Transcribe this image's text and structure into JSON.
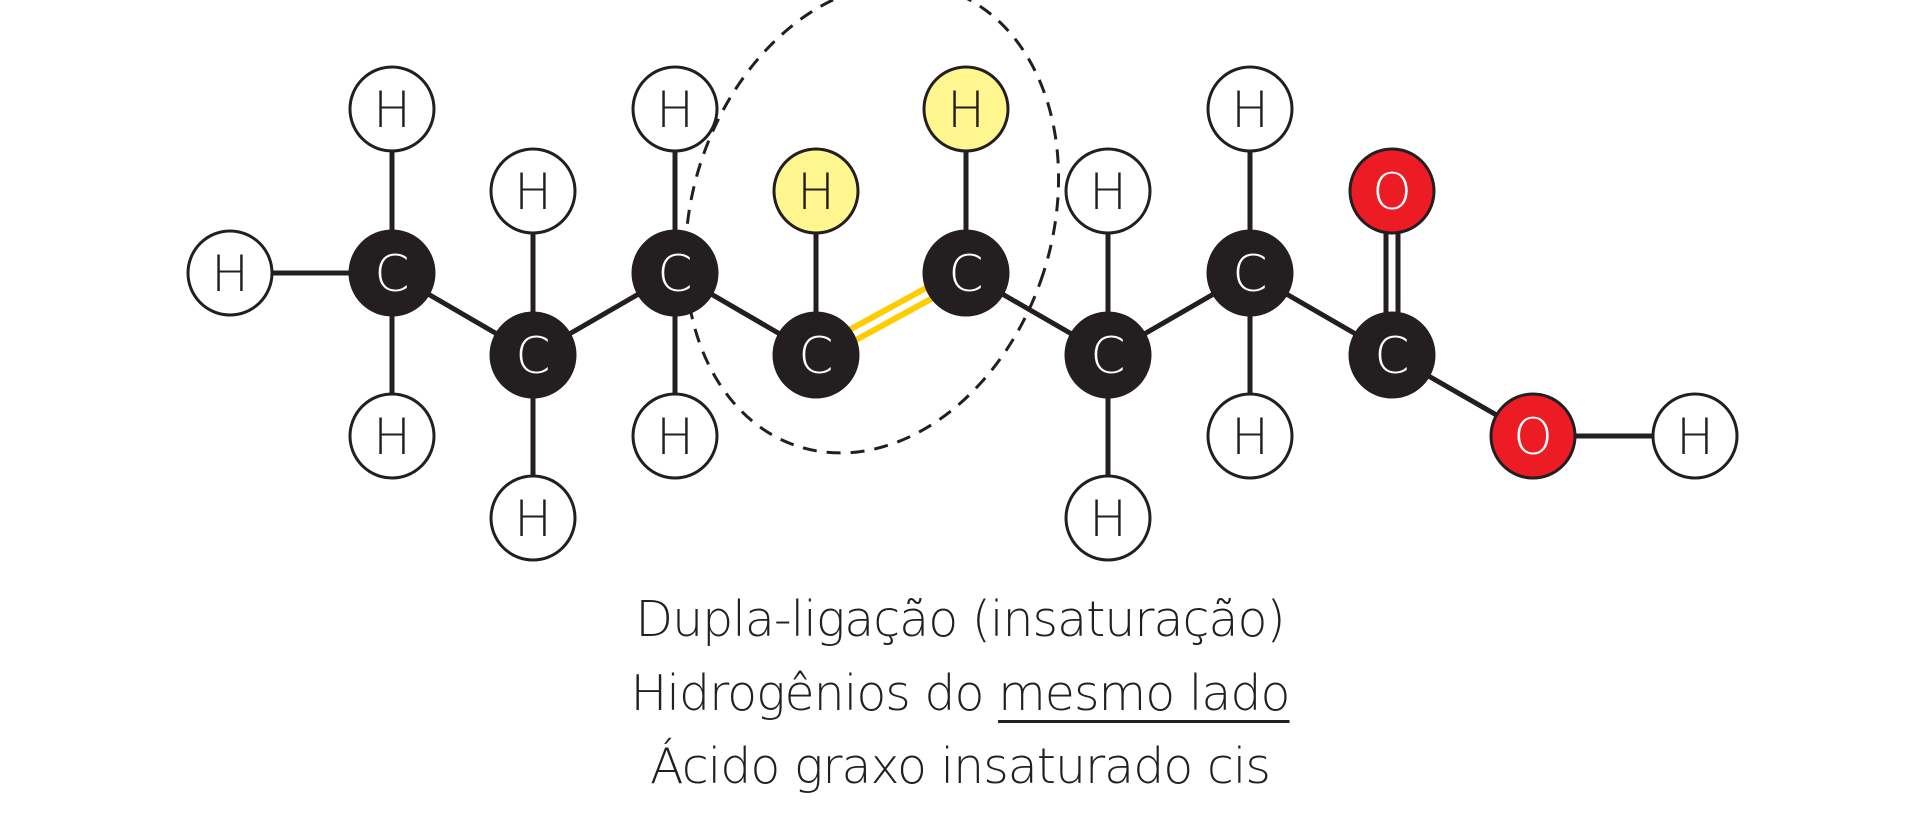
{
  "molecule": {
    "atoms": [
      {
        "id": "h0",
        "label": "H",
        "kind": "hydrogen"
      },
      {
        "id": "c1",
        "label": "C",
        "kind": "carbon"
      },
      {
        "id": "h1t",
        "label": "H",
        "kind": "hydrogen"
      },
      {
        "id": "h1b",
        "label": "H",
        "kind": "hydrogen"
      },
      {
        "id": "c2",
        "label": "C",
        "kind": "carbon"
      },
      {
        "id": "h2t",
        "label": "H",
        "kind": "hydrogen"
      },
      {
        "id": "h2b",
        "label": "H",
        "kind": "hydrogen"
      },
      {
        "id": "c3",
        "label": "C",
        "kind": "carbon"
      },
      {
        "id": "h3t",
        "label": "H",
        "kind": "hydrogen"
      },
      {
        "id": "h3b",
        "label": "H",
        "kind": "hydrogen"
      },
      {
        "id": "c4",
        "label": "C",
        "kind": "carbon"
      },
      {
        "id": "h4",
        "label": "H",
        "kind": "hydrogen-highlight"
      },
      {
        "id": "c5",
        "label": "C",
        "kind": "carbon"
      },
      {
        "id": "h5",
        "label": "H",
        "kind": "hydrogen-highlight"
      },
      {
        "id": "c6",
        "label": "C",
        "kind": "carbon"
      },
      {
        "id": "h6t",
        "label": "H",
        "kind": "hydrogen"
      },
      {
        "id": "h6b",
        "label": "H",
        "kind": "hydrogen"
      },
      {
        "id": "c7",
        "label": "C",
        "kind": "carbon"
      },
      {
        "id": "h7t",
        "label": "H",
        "kind": "hydrogen"
      },
      {
        "id": "h7b",
        "label": "H",
        "kind": "hydrogen"
      },
      {
        "id": "c8",
        "label": "C",
        "kind": "carbon"
      },
      {
        "id": "o1",
        "label": "O",
        "kind": "oxygen"
      },
      {
        "id": "o2",
        "label": "O",
        "kind": "oxygen"
      },
      {
        "id": "h8",
        "label": "H",
        "kind": "hydrogen"
      }
    ],
    "bonds": [
      {
        "from": "h0",
        "to": "c1",
        "type": "single"
      },
      {
        "from": "c1",
        "to": "h1t",
        "type": "single"
      },
      {
        "from": "c1",
        "to": "h1b",
        "type": "single"
      },
      {
        "from": "c1",
        "to": "c2",
        "type": "single"
      },
      {
        "from": "c2",
        "to": "h2t",
        "type": "single"
      },
      {
        "from": "c2",
        "to": "h2b",
        "type": "single"
      },
      {
        "from": "c2",
        "to": "c3",
        "type": "single"
      },
      {
        "from": "c3",
        "to": "h3t",
        "type": "single"
      },
      {
        "from": "c3",
        "to": "h3b",
        "type": "single"
      },
      {
        "from": "c3",
        "to": "c4",
        "type": "single"
      },
      {
        "from": "c4",
        "to": "h4",
        "type": "single"
      },
      {
        "from": "c4",
        "to": "c5",
        "type": "double-highlight"
      },
      {
        "from": "c5",
        "to": "h5",
        "type": "single"
      },
      {
        "from": "c5",
        "to": "c6",
        "type": "single"
      },
      {
        "from": "c6",
        "to": "h6t",
        "type": "single"
      },
      {
        "from": "c6",
        "to": "h6b",
        "type": "single"
      },
      {
        "from": "c6",
        "to": "c7",
        "type": "single"
      },
      {
        "from": "c7",
        "to": "h7t",
        "type": "single"
      },
      {
        "from": "c7",
        "to": "h7b",
        "type": "single"
      },
      {
        "from": "c7",
        "to": "c8",
        "type": "single"
      },
      {
        "from": "c8",
        "to": "o1",
        "type": "double"
      },
      {
        "from": "c8",
        "to": "o2",
        "type": "single"
      },
      {
        "from": "o2",
        "to": "h8",
        "type": "single"
      }
    ]
  },
  "captions": {
    "line1": "Dupla-ligação (insaturação)",
    "line2_prefix": "Hidrogênios do ",
    "line2_underlined": "mesmo lado",
    "line3": "Ácido graxo insaturado cis"
  },
  "colors": {
    "carbon_fill": "#231f20",
    "carbon_text": "#ffffff",
    "hydrogen_fill": "#ffffff",
    "hydrogen_highlight_fill": "#fff68f",
    "oxygen_fill": "#ed1c24",
    "oxygen_text": "#ffffff",
    "outline": "#231f20",
    "bond": "#231f20",
    "double_bond_highlight": "#ffcc00",
    "text": "#231f20"
  }
}
